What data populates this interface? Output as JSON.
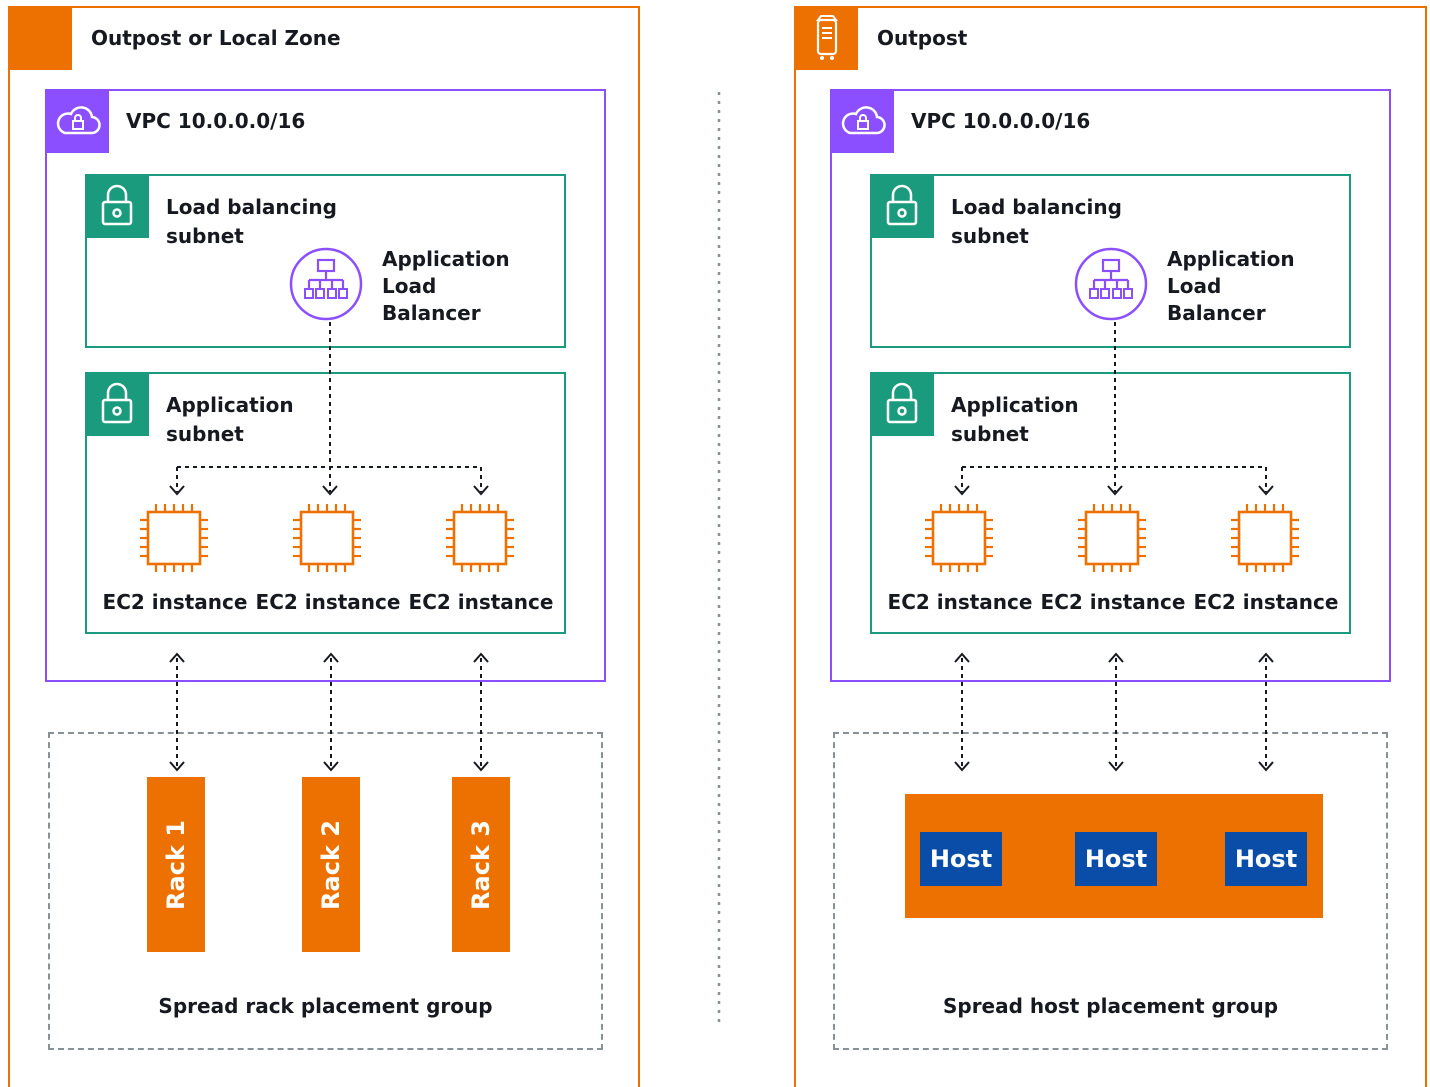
{
  "left": {
    "title": "Outpost or Local Zone",
    "vpc": {
      "title": "VPC 10.0.0.0/16",
      "icon": "vpc-cloud-lock-icon"
    },
    "lb_subnet": {
      "title": "Load balancing\nsubnet",
      "icon": "padlock-icon"
    },
    "alb": {
      "label": "Application\nLoad\nBalancer",
      "icon": "load-balancer-icon"
    },
    "app_subnet": {
      "title": "Application\nsubnet",
      "icon": "padlock-icon"
    },
    "instances": [
      "EC2 instance",
      "EC2 instance",
      "EC2 instance"
    ],
    "racks": [
      "Rack 1",
      "Rack 2",
      "Rack 3"
    ],
    "placement_group": "Spread rack placement group"
  },
  "right": {
    "title": "Outpost",
    "title_icon": "outpost-rack-icon",
    "vpc": {
      "title": "VPC 10.0.0.0/16",
      "icon": "vpc-cloud-lock-icon"
    },
    "lb_subnet": {
      "title": "Load balancing\nsubnet",
      "icon": "padlock-icon"
    },
    "alb": {
      "label": "Application\nLoad\nBalancer",
      "icon": "load-balancer-icon"
    },
    "app_subnet": {
      "title": "Application\nsubnet",
      "icon": "padlock-icon"
    },
    "instances": [
      "EC2 instance",
      "EC2 instance",
      "EC2 instance"
    ],
    "hosts": [
      "Host",
      "Host",
      "Host"
    ],
    "placement_group": "Spread host placement group"
  },
  "colors": {
    "outpost": "#ed7100",
    "vpc": "#8c4fff",
    "subnet": "#1b9b7d",
    "host": "#0a4da8",
    "placement_group_border": "#879196"
  }
}
